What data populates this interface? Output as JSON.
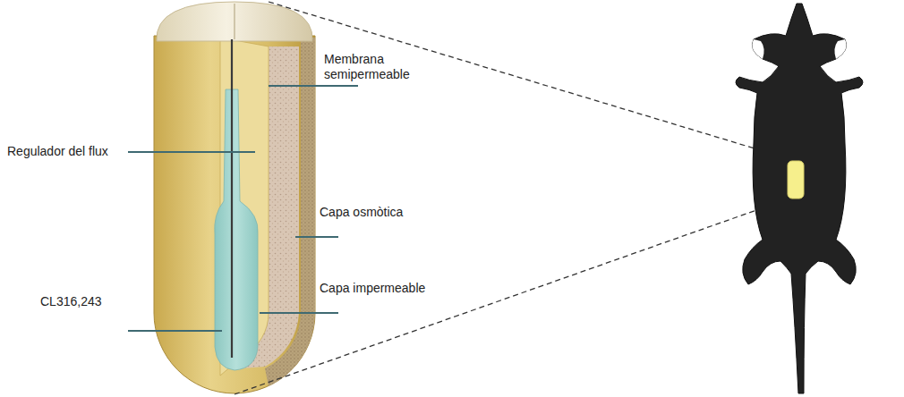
{
  "diagram": {
    "labels": [
      "Membrana semipermeable",
      "Regulador del flux",
      "Capa osmòtica",
      "Capa impermeable",
      "CL316,243"
    ]
  }
}
